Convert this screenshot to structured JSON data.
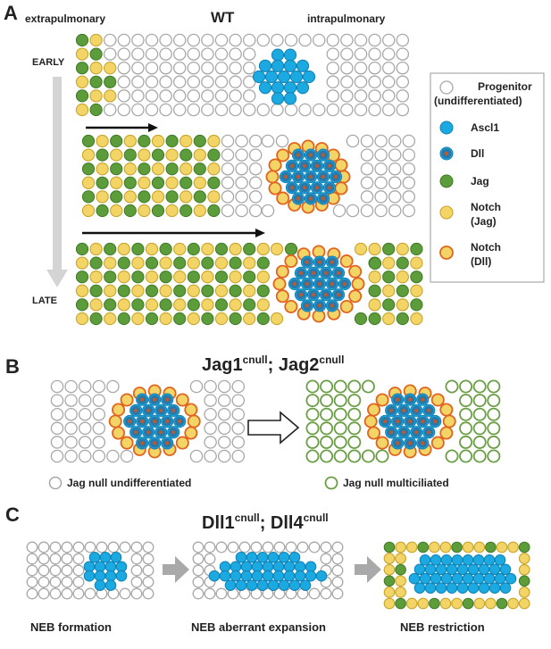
{
  "panel_a": {
    "letter": "A",
    "title": "WT",
    "left_label": "extrapulmonary",
    "right_label": "intrapulmonary",
    "early_label": "EARLY",
    "late_label": "LATE",
    "legend": [
      {
        "key": "progenitor",
        "line1": "Progenitor",
        "line2": "(undifferentiated)"
      },
      {
        "key": "ascl1",
        "line1": "Ascl1",
        "line2": ""
      },
      {
        "key": "dll",
        "line1": "Dll",
        "line2": ""
      },
      {
        "key": "jag",
        "line1": "Jag",
        "line2": ""
      },
      {
        "key": "notch_jag",
        "line1": "Notch",
        "line2": "(Jag)"
      },
      {
        "key": "notch_dll",
        "line1": "Notch",
        "line2": "(Dll)"
      }
    ]
  },
  "panel_b": {
    "letter": "B",
    "title_gene1": "Jag1",
    "title_sup1": "cnull",
    "title_sep": "; ",
    "title_gene2": "Jag2",
    "title_sup2": "cnull",
    "legend_left": "Jag null undifferentiated",
    "legend_right": "Jag null multiciliated"
  },
  "panel_c": {
    "letter": "C",
    "title_gene1": "Dll1",
    "title_sup1": "cnull",
    "title_sep": "; ",
    "title_gene2": "Dll4",
    "title_sup2": "cnull",
    "captions": [
      "NEB formation",
      "NEB aberrant expansion",
      "NEB restriction"
    ]
  },
  "colors": {
    "progenitor_stroke": "#a8a8a8",
    "ascl1": "#1aa9e1",
    "ascl1_stroke": "#1180b4",
    "dll_core": "#c2582a",
    "dll_ring": "#2a78a8",
    "jag": "#5c9c3a",
    "jag_stroke": "#3e7a25",
    "notch": "#f3d466",
    "notch_stroke": "#c9a52a",
    "notch_dll_stroke": "#e1641e",
    "multiciliated_stroke": "#6a9e44",
    "arrow_gray": "#a9a9a9"
  }
}
